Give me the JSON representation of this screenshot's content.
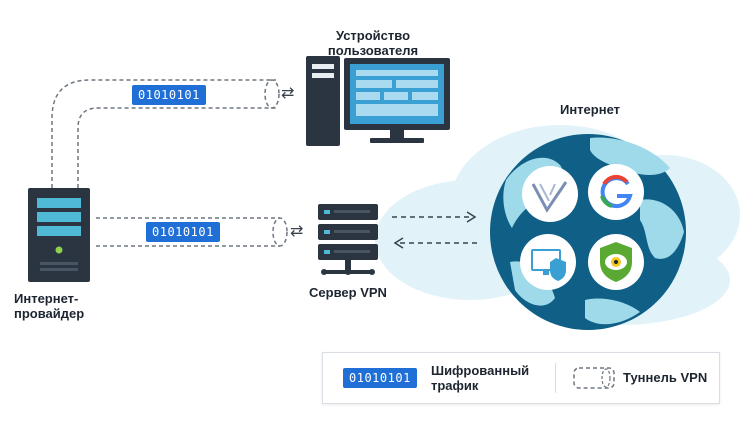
{
  "labels": {
    "user_device": "Устройство пользователя",
    "isp": "Интернет-провайдер",
    "vpn_server": "Сервер VPN",
    "internet": "Интернет"
  },
  "traffic": {
    "top_bits": "01010101",
    "middle_bits": "01010101"
  },
  "legend": {
    "encrypted_sample": "01010101",
    "encrypted_label": "Шифрованный трафик",
    "tunnel_label": "Туннель VPN"
  },
  "colors": {
    "accent_blue": "#1f6fd6",
    "globe_ocean": "#0f5f86",
    "globe_land": "#9fdaea",
    "cloud": "#dff2f8",
    "server_dark": "#2b3542",
    "server_teal": "#4fb9d6",
    "screen_blue": "#3a9fd3"
  },
  "icons": [
    "sync-arrows-icon",
    "brand-v-logo-icon",
    "google-g-icon",
    "monitor-shield-icon",
    "eye-shield-icon"
  ]
}
